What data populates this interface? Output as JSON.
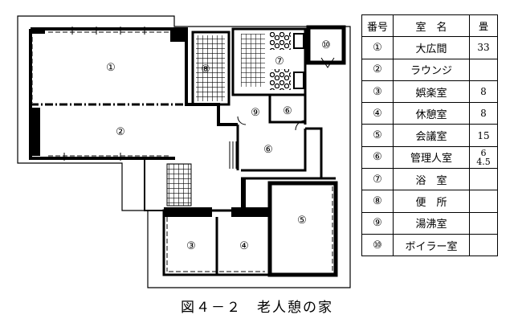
{
  "caption": "図４－２　老人憩の家",
  "legend": {
    "headers": {
      "number": "番号",
      "room": "室　名",
      "tatami": "畳"
    },
    "rows": [
      {
        "num": "①",
        "name": "大広間",
        "tatami": "33"
      },
      {
        "num": "②",
        "name": "ラウンジ",
        "tatami": ""
      },
      {
        "num": "③",
        "name": "娯楽室",
        "tatami": "8"
      },
      {
        "num": "④",
        "name": "休憩室",
        "tatami": "8"
      },
      {
        "num": "⑤",
        "name": "会議室",
        "tatami": "15"
      },
      {
        "num": "⑥",
        "name": "管理人室",
        "tatami": "6",
        "tatami2": "4.5"
      },
      {
        "num": "⑦",
        "name": "浴　室",
        "tatami": ""
      },
      {
        "num": "⑧",
        "name": "便　所",
        "tatami": ""
      },
      {
        "num": "⑨",
        "name": "湯沸室",
        "tatami": ""
      },
      {
        "num": "⑩",
        "name": "ボイラー室",
        "tatami": ""
      }
    ]
  },
  "plan_labels": {
    "r1": "①",
    "r2": "②",
    "r3": "③",
    "r4": "④",
    "r5": "⑤",
    "r6a": "⑥",
    "r6b": "⑥",
    "r7": "⑦",
    "r8": "⑧",
    "r9": "⑨",
    "r10": "⑩"
  }
}
